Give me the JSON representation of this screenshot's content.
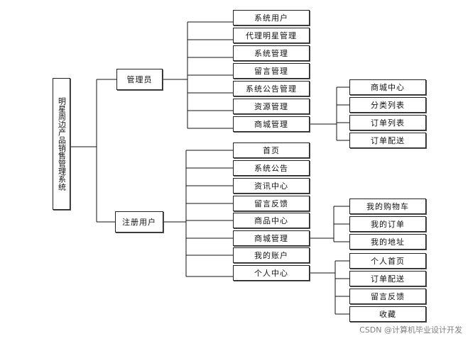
{
  "root": {
    "label": "明星周边产品销售管理系统"
  },
  "admin": {
    "label": "管理员",
    "items": [
      "系统用户",
      "代理明星管理",
      "系统管理",
      "留言管理",
      "系统公告管理",
      "资源管理",
      "商城管理"
    ],
    "mall_sub": [
      "商城中心",
      "分类列表",
      "订单列表",
      "订单配送"
    ]
  },
  "user": {
    "label": "注册用户",
    "items": [
      "首页",
      "系统公告",
      "资讯中心",
      "留言反馈",
      "商品中心",
      "商城管理",
      "我的账户",
      "个人中心"
    ],
    "mall_sub": [
      "我的购物车",
      "我的订单",
      "我的地址"
    ],
    "personal_sub": [
      "个人首页",
      "订单配送",
      "留言反馈",
      "收藏"
    ]
  },
  "watermark": "CSDN @计算机毕业设计开发"
}
